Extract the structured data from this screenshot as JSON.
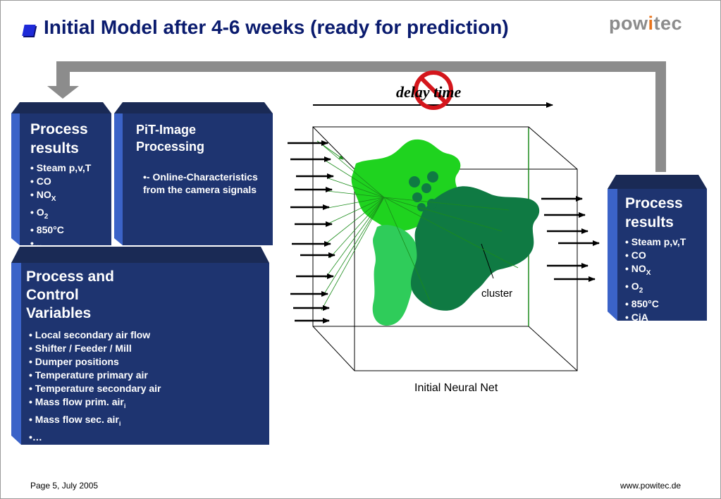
{
  "title": "Initial Model after 4-6 weeks (ready for prediction)",
  "logo": {
    "part1": "pow",
    "accent": "i",
    "part2": "tec"
  },
  "process_results_left": {
    "heading": "Process results",
    "items": [
      "• Steam p,v,T",
      "• CO",
      "• NO",
      "• O",
      "• 850°C",
      "•..."
    ],
    "subscripts": {
      "no": "X",
      "o": "2"
    }
  },
  "pit_image": {
    "heading": "PiT-Image Processing",
    "item": "•- Online-Characteristics from the camera signals"
  },
  "process_control": {
    "heading": "Process and Control Variables",
    "items": [
      "• Local secondary air flow",
      "• Shifter / Feeder / Mill",
      "• Dumper positions",
      "• Temperature primary air",
      "• Temperature secondary air",
      "• Mass flow prim. air",
      "• Mass flow sec. air",
      "•…"
    ],
    "subscript_i": "i"
  },
  "process_results_right": {
    "heading": "Process results",
    "items": [
      "• Steam p,v,T",
      "• CO",
      "• NO",
      "• O",
      "• 850°C",
      "• CiA"
    ],
    "subscripts": {
      "no": "X",
      "o": "2"
    }
  },
  "delay_label": "delay time",
  "cluster_label": "cluster",
  "neural_net_label": "Initial Neural Net",
  "footer": {
    "left": "Page 5, July 2005",
    "right": "www.powitec.de"
  },
  "colors": {
    "box_fill": "#1e3470",
    "box_top": "#1a2a55",
    "box_side": "#3b63c8",
    "feedback_arrow": "#8c8c8c",
    "cluster_bright": "#1fd31f",
    "cluster_light": "#2fcc5a",
    "cluster_dark": "#0f7a43",
    "no_symbol": "#d4161c"
  }
}
